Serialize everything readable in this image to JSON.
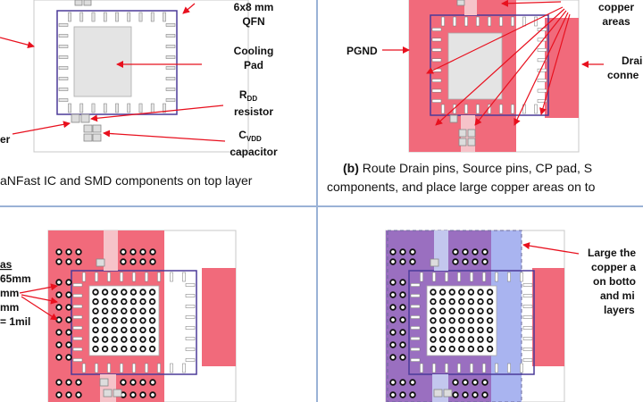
{
  "labels": {
    "qfn_size": "6x8 mm",
    "qfn_type": "QFN",
    "cooling_line1": "Cooling",
    "cooling_line2": "Pad",
    "rdd_main": "R",
    "rdd_sub": "DD",
    "rdd_line2": "resistor",
    "cvdd_main": "C",
    "cvdd_sub": "VDD",
    "cvdd_line2": "capacitor",
    "left_fragment": "er",
    "copper_line1": "copper",
    "copper_line2": "areas",
    "pgnd": "PGND",
    "drain_line1": "Drai",
    "drain_line2": "conne",
    "vias_title": "as",
    "vias_line1": "65mm",
    "vias_line2": "mm",
    "vias_line3": "mm",
    "vias_line4": "= 1mil",
    "thermal_line1": "Large the",
    "thermal_line2": "copper a",
    "thermal_line3": "on botto",
    "thermal_line4": "and mi",
    "thermal_line5": "layers"
  },
  "captions": {
    "a_text": "aNFast IC and SMD components on top layer",
    "b_tag": "(b)",
    "b_text": " Route Drain pins, Source pins, CP pad, S",
    "b_line2": "components, and place large copper areas on to"
  },
  "colors": {
    "copper_red": "#f16a7b",
    "ic_outline": "#4b3a99",
    "pad_gray": "#e4e4e4",
    "pin_gray": "#b9b9b9",
    "bottom_blue": "#a9b4f0",
    "purple": "#9a6fc0",
    "arrow_red": "#e8101e",
    "divider": "#9ab2d6"
  }
}
